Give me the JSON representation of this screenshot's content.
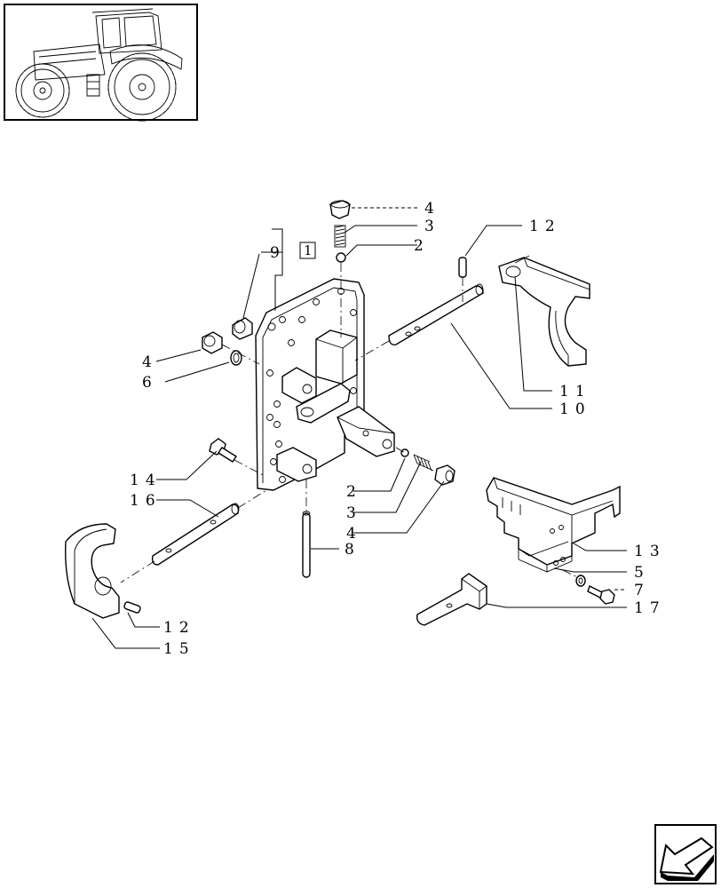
{
  "callouts": {
    "c4_top": "4",
    "c3_top": "3",
    "c2_top": "2",
    "c12_top": "12",
    "c9": "9",
    "c1_box": "1",
    "c4_left": "4",
    "c6": "6",
    "c11": "11",
    "c10": "10",
    "c14": "14",
    "c16": "16",
    "c2_bottom": "2",
    "c3_bottom": "3",
    "c4_bottom": "4",
    "c8": "8",
    "c13": "13",
    "c5": "5",
    "c7": "7",
    "c17": "17",
    "c12_bottom": "12",
    "c15": "15"
  },
  "icons": {
    "thumbnail": "tractor-thumbnail-icon",
    "nav": "next-page-arrow-icon"
  }
}
